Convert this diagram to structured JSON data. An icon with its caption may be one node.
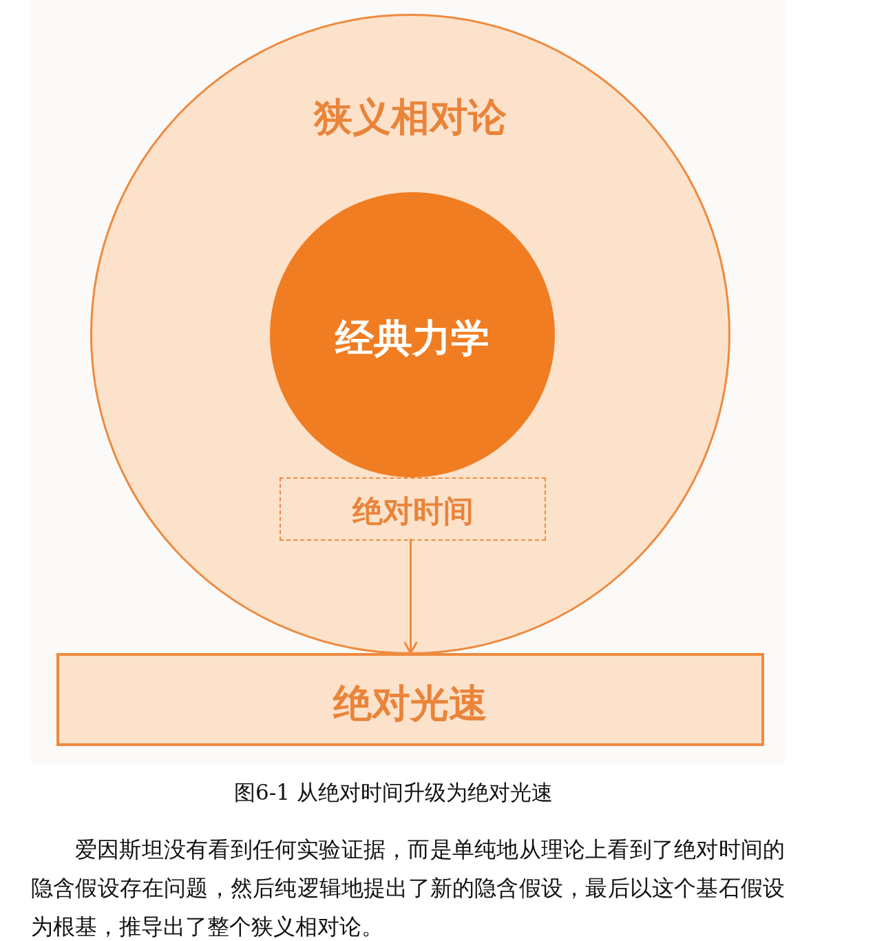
{
  "diagram": {
    "caption": "图6-1 从绝对时间升级为绝对光速",
    "nodes": [
      {
        "text": [
          "狭义相对论"
        ]
      },
      {
        "text": [
          "经典力学"
        ],
        "in": 0
      },
      {
        "text": [
          "绝对时间"
        ],
        "in": 0
      },
      {
        "text": [
          "绝对光速"
        ]
      }
    ],
    "edges": [
      {
        "from": 2,
        "to": 3,
        "arrow": "to"
      }
    ],
    "labels": [
      "爱因斯坦没有看到任何实验证据，而是单纯地从理论上看到了绝对时间的隐含假设存在问题，然后纯逻辑地提出了新的隐含假设，最后以这个基石假设为根基，推导出了整个狭义相对论。"
    ]
  }
}
